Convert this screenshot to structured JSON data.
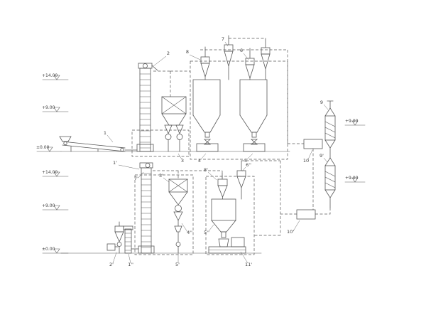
{
  "drawing": {
    "kind": "process-flow-engineering-schematic",
    "bg": "#ffffff",
    "stroke": "#585858"
  },
  "elevations": [
    {
      "label": "+14.00"
    },
    {
      "label": "+9.00"
    },
    {
      "label": "±0.00"
    },
    {
      "label": "+14.00"
    },
    {
      "label": "+9.00"
    },
    {
      "label": "±0.00"
    },
    {
      "label": "+9.00"
    },
    {
      "label": "+9.00"
    }
  ],
  "labels": [
    {
      "eq": "belt-conveyor",
      "text": "1"
    },
    {
      "eq": "bucket-elevator-upper",
      "text": "2"
    },
    {
      "eq": "cyclone-a",
      "text": "8"
    },
    {
      "eq": "cyclone-b",
      "text": "7"
    },
    {
      "eq": "cyclone-c",
      "text": "6"
    },
    {
      "eq": "sieve-separator",
      "text": "3"
    },
    {
      "eq": "storage-bin-a",
      "text": "4"
    },
    {
      "eq": "storage-bin-b",
      "text": "5"
    },
    {
      "eq": "vessel-upper",
      "text": "9"
    },
    {
      "eq": "vessel-lower",
      "text": "9'"
    },
    {
      "eq": "control-box-upper",
      "text": "10"
    },
    {
      "eq": "control-box-lower",
      "text": "10'"
    },
    {
      "eq": "bucket-elevator-lower",
      "text": "1'"
    },
    {
      "eq": "elevator-head-lower",
      "text": "7'"
    },
    {
      "eq": "cleaner-lower",
      "text": "3'"
    },
    {
      "eq": "cyclone-bagging",
      "text": "8'"
    },
    {
      "eq": "cyclone-side",
      "text": "6''"
    },
    {
      "eq": "airlock-lower",
      "text": "4''"
    },
    {
      "eq": "hopper-bagging",
      "text": "5''"
    },
    {
      "eq": "aux-cyclone",
      "text": "2'"
    },
    {
      "eq": "aux-elevator",
      "text": "1''"
    },
    {
      "eq": "discharge-lower",
      "text": "5'"
    },
    {
      "eq": "bagging-scale",
      "text": "11'"
    }
  ]
}
